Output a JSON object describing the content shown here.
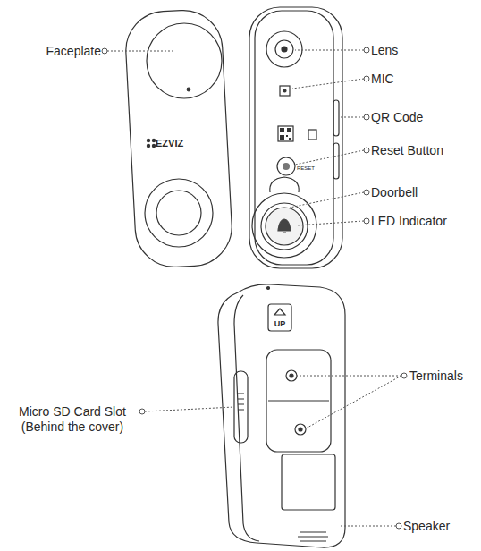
{
  "diagram": {
    "labels": [
      "Faceplate",
      "Lens",
      "MIC",
      "QR Code",
      "Reset Button",
      "Doorbell",
      "LED Indicator",
      "Terminals",
      "Micro SD Card Slot (Behind the cover)",
      "Speaker",
      "EZVIZ",
      "RESET",
      "UP"
    ]
  }
}
